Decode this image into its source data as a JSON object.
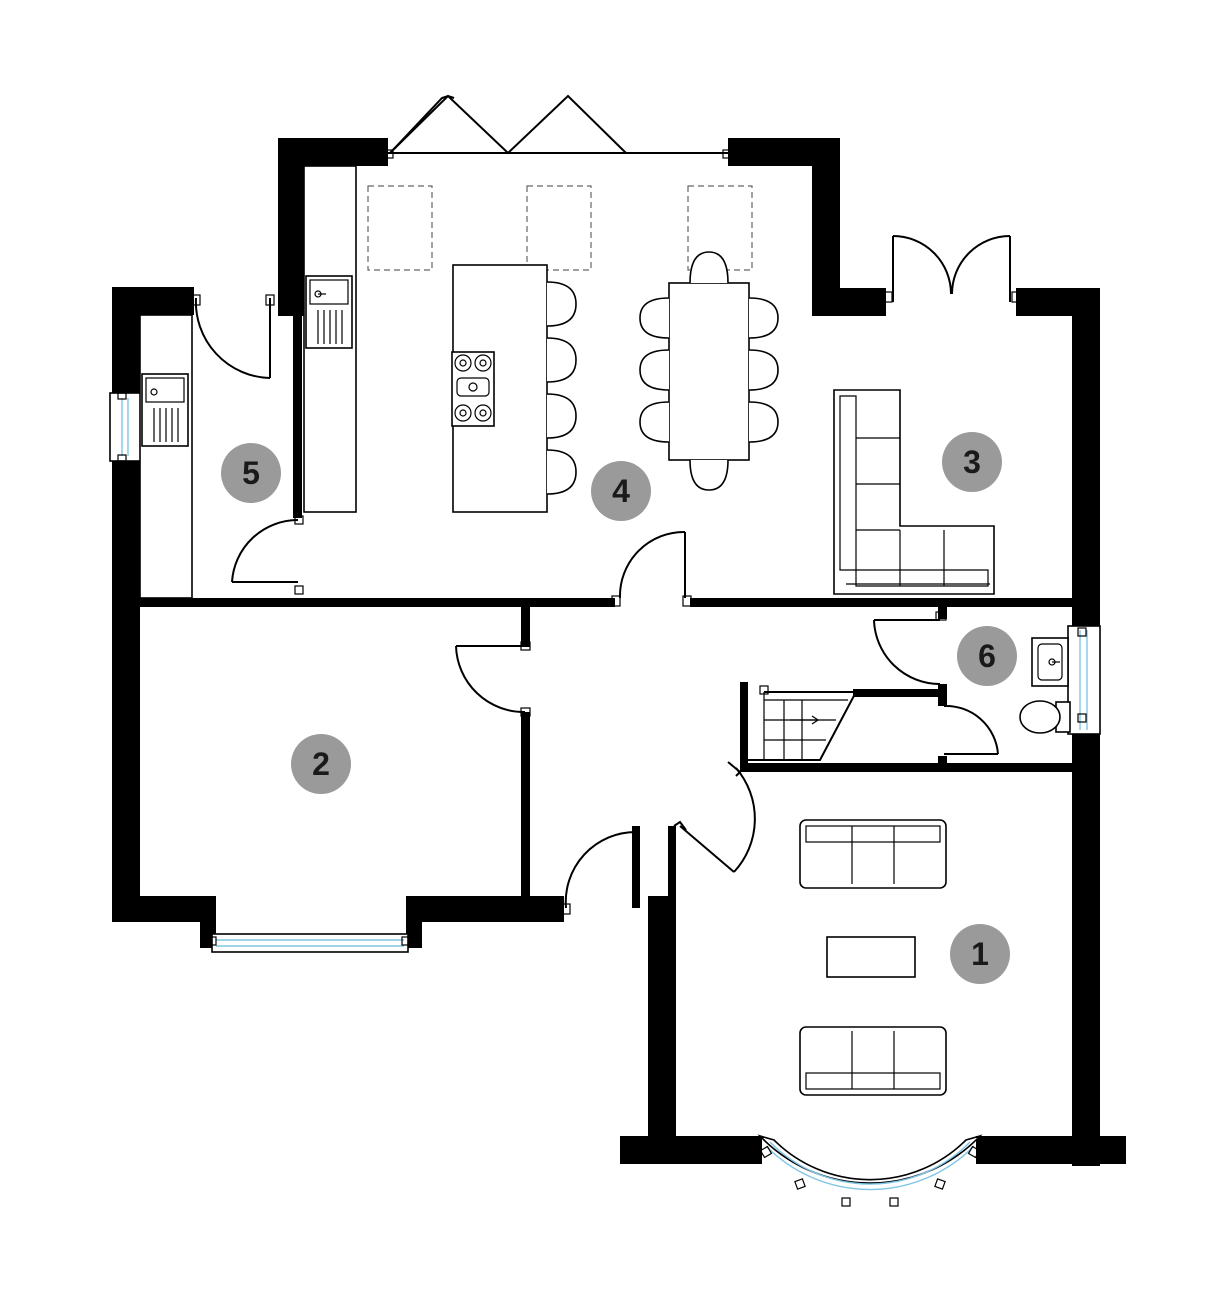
{
  "room_labels": {
    "r1": "1",
    "r2": "2",
    "r3": "3",
    "r4": "4",
    "r5": "5",
    "r6": "6"
  },
  "colors": {
    "wall": "#000000",
    "badge": "#9a9a9a",
    "glass": "#7fc6e4",
    "background": "#ffffff"
  }
}
